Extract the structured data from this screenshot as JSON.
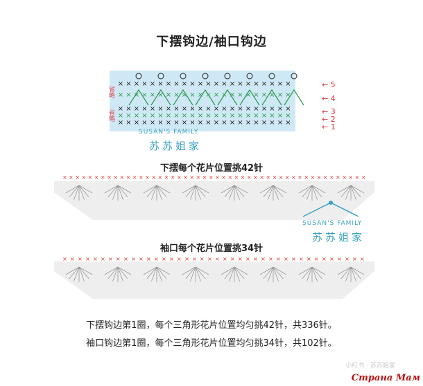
{
  "title": "下摆钩边/袖口钩边",
  "swatch": {
    "omit_top": "省略",
    "omit_bottom": "省略",
    "row_labels": [
      "5",
      "4",
      "3",
      "2",
      "1"
    ],
    "watermark_en": "SUSAN'S FAMILY",
    "watermark_cn": "苏苏姐家"
  },
  "hem": {
    "label": "下摆每个花片位置挑42针",
    "watermark_en": "SUSAN'S FAMILY",
    "watermark_cn": "苏苏姐家"
  },
  "cuff": {
    "label": "袖口每个花片位置挑34针"
  },
  "notes": [
    "下摆钩边第1圈，每个三角形花片位置均匀挑42针，共336针。",
    "袖口钩边第1圈，每个三角形花片位置均匀挑34针，共102针。"
  ],
  "footer_logo": "Страна Мам",
  "footer_faint": "小红书 · 苏苏姐家"
}
